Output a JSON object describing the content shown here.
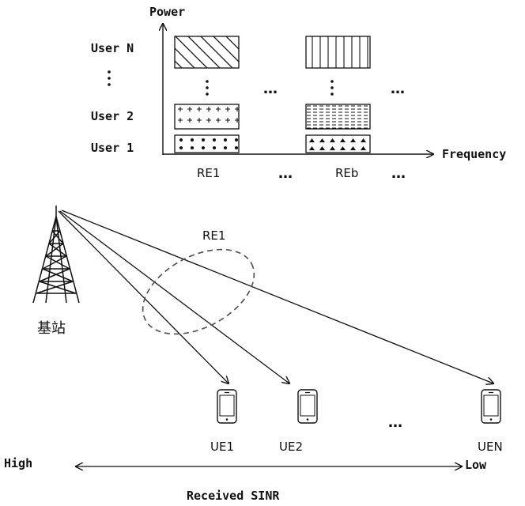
{
  "top_chart": {
    "y_axis_label": "Power",
    "x_axis_label": "Frequency",
    "users": [
      "User N",
      "User 2",
      "User 1"
    ],
    "vertical_ellipsis": ":",
    "resource_labels": [
      "RE1",
      "REb"
    ],
    "ellipsis": "…"
  },
  "bottom_diagram": {
    "base_station_label": "基站",
    "group_label": "RE1",
    "ue_labels": [
      "UE1",
      "UE2",
      "UEN"
    ],
    "ue_ellipsis": "…",
    "sinr_high": "High",
    "sinr_low": "Low",
    "sinr_axis_label": "Received SINR"
  },
  "colors": {
    "ink": "#111111",
    "dashed": "#555555"
  },
  "icons": [
    "tower-icon",
    "phone-icon"
  ]
}
